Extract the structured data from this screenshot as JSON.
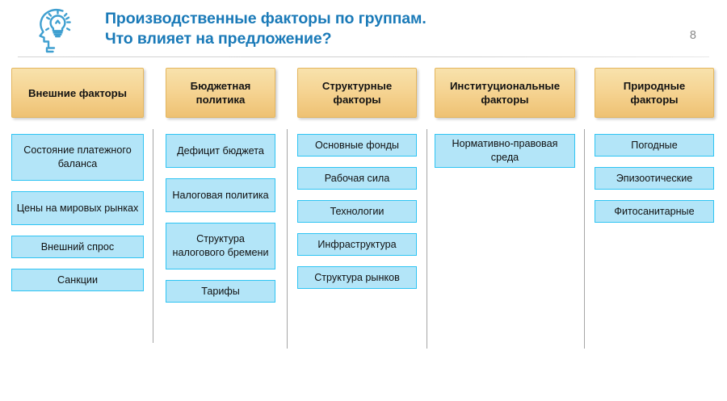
{
  "header": {
    "icon": "head-lightbulb-idea-icon",
    "title_line1": "Производственные факторы по группам.",
    "title_line2": "Что влияет на предложение?",
    "page_number": "8",
    "title_color": "#1a7ab8",
    "page_number_color": "#8a8a8a"
  },
  "theme": {
    "header_box_fill_top": "#f8e2ac",
    "header_box_fill_bottom": "#eec173",
    "header_box_border": "#e4b65e",
    "item_fill": "#b3e5f8",
    "item_border": "#2ec4f3",
    "divider_color": "#a6a6a6",
    "background": "#ffffff"
  },
  "columns": [
    {
      "id": "external-factors",
      "title": "Внешние факторы",
      "items": [
        "Состояние платежного баланса",
        "Цены на мировых рынках",
        "Внешний спрос",
        "Санкции"
      ]
    },
    {
      "id": "budget-policy",
      "title": "Бюджетная политика",
      "items": [
        "Дефицит бюджета",
        "Налоговая политика",
        "Структура налогового бремени",
        "Тарифы"
      ]
    },
    {
      "id": "structural-factors",
      "title": "Структурные факторы",
      "items": [
        "Основные фонды",
        "Рабочая сила",
        "Технологии",
        "Инфраструктура",
        "Структура рынков"
      ]
    },
    {
      "id": "institutional-factors",
      "title": "Институциональные факторы",
      "items": [
        "Нормативно-правовая среда"
      ]
    },
    {
      "id": "natural-factors",
      "title": "Природные факторы",
      "items": [
        "Погодные",
        "Эпизоотические",
        "Фитосанитарные"
      ]
    }
  ]
}
